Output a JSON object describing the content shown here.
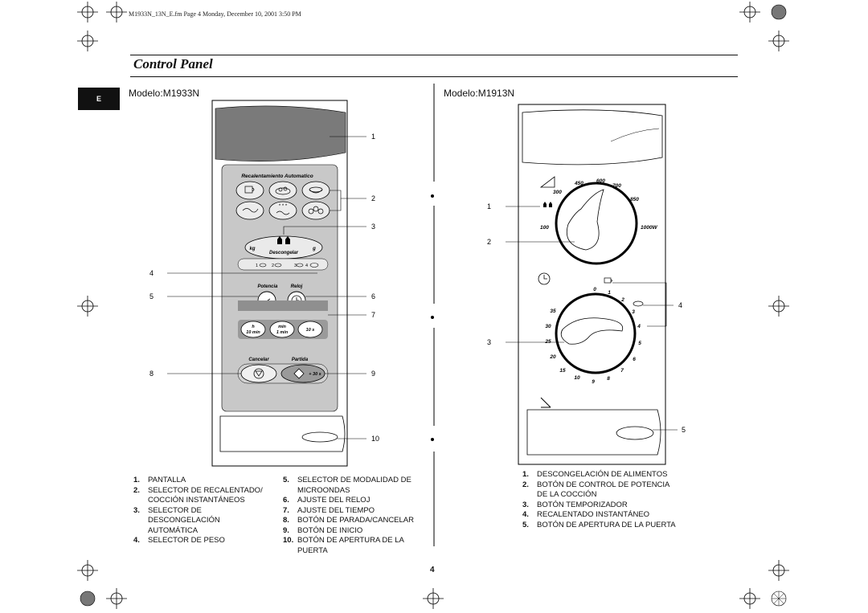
{
  "header": {
    "file_line": "M1933N_13N_E.fm  Page 4  Monday, December 10, 2001  3:50 PM"
  },
  "page_title": "Control Panel",
  "lang_tab": "E",
  "left_model": {
    "title": "Modelo:M1933N",
    "panel": {
      "reheat_title": "Recalentamiento Automatico",
      "defrost_label": "Descongelar",
      "kg": "kg",
      "g": "g",
      "weight_steps": [
        "1",
        "2",
        "3",
        "4"
      ],
      "power_label": "Potencia",
      "clock_label": "Reloj",
      "time_buttons": [
        {
          "top": "h",
          "bottom": "10 min"
        },
        {
          "top": "min",
          "bottom": "1 min"
        },
        {
          "top": "10 s",
          "bottom": ""
        }
      ],
      "cancel_label": "Cancelar",
      "start_label": "Partida",
      "start_extra": "+ 30 s"
    },
    "callouts": [
      "1",
      "2",
      "3",
      "4",
      "5",
      "6",
      "7",
      "8",
      "9",
      "10"
    ],
    "legend_col1": [
      {
        "num": "1.",
        "text": "PANTALLA"
      },
      {
        "num": "2.",
        "text": "SELECTOR DE RECALENTADO/\nCOCCIÓN INSTANTÁNEOS"
      },
      {
        "num": "3.",
        "text": "SELECTOR DE\nDESCONGELACIÓN\nAUTOMÁTICA"
      },
      {
        "num": "4.",
        "text": "SELECTOR DE PESO"
      }
    ],
    "legend_col2": [
      {
        "num": "5.",
        "text": "SELECTOR DE MODALIDAD DE\nMICROONDAS"
      },
      {
        "num": "6.",
        "text": "AJUSTE DEL RELOJ"
      },
      {
        "num": "7.",
        "text": "AJUSTE DEL TIEMPO"
      },
      {
        "num": "8.",
        "text": "BOTÓN DE PARADA/CANCELAR"
      },
      {
        "num": "9.",
        "text": "BOTÓN DE INICIO"
      },
      {
        "num": "10.",
        "text": "BOTÓN DE APERTURA DE LA\nPUERTA"
      }
    ]
  },
  "right_model": {
    "title": "Modelo:M1913N",
    "power_dial": {
      "marks": [
        "100",
        "300",
        "450",
        "600",
        "700",
        "850",
        "1000W"
      ]
    },
    "timer_dial": {
      "marks": [
        "0",
        "1",
        "2",
        "3",
        "4",
        "5",
        "6",
        "7",
        "8",
        "9",
        "10",
        "15",
        "20",
        "25",
        "30",
        "35"
      ]
    },
    "callouts": [
      "1",
      "2",
      "3",
      "4",
      "5"
    ],
    "legend": [
      {
        "num": "1.",
        "text": "DESCONGELACIÓN DE ALIMENTOS"
      },
      {
        "num": "2.",
        "text": "BOTÓN DE CONTROL DE POTENCIA\nDE LA COCCIÓN"
      },
      {
        "num": "3.",
        "text": "BOTÓN TEMPORIZADOR"
      },
      {
        "num": "4.",
        "text": "RECALENTADO INSTANTÁNEO"
      },
      {
        "num": "5.",
        "text": "BOTÓN DE APERTURA DE LA PUERTA"
      }
    ]
  },
  "page_number": "4",
  "colors": {
    "panel_gray": "#c8c8c8",
    "display_dark": "#7a7a7a",
    "button_fill": "#e6e6e6",
    "ink": "#111111"
  }
}
